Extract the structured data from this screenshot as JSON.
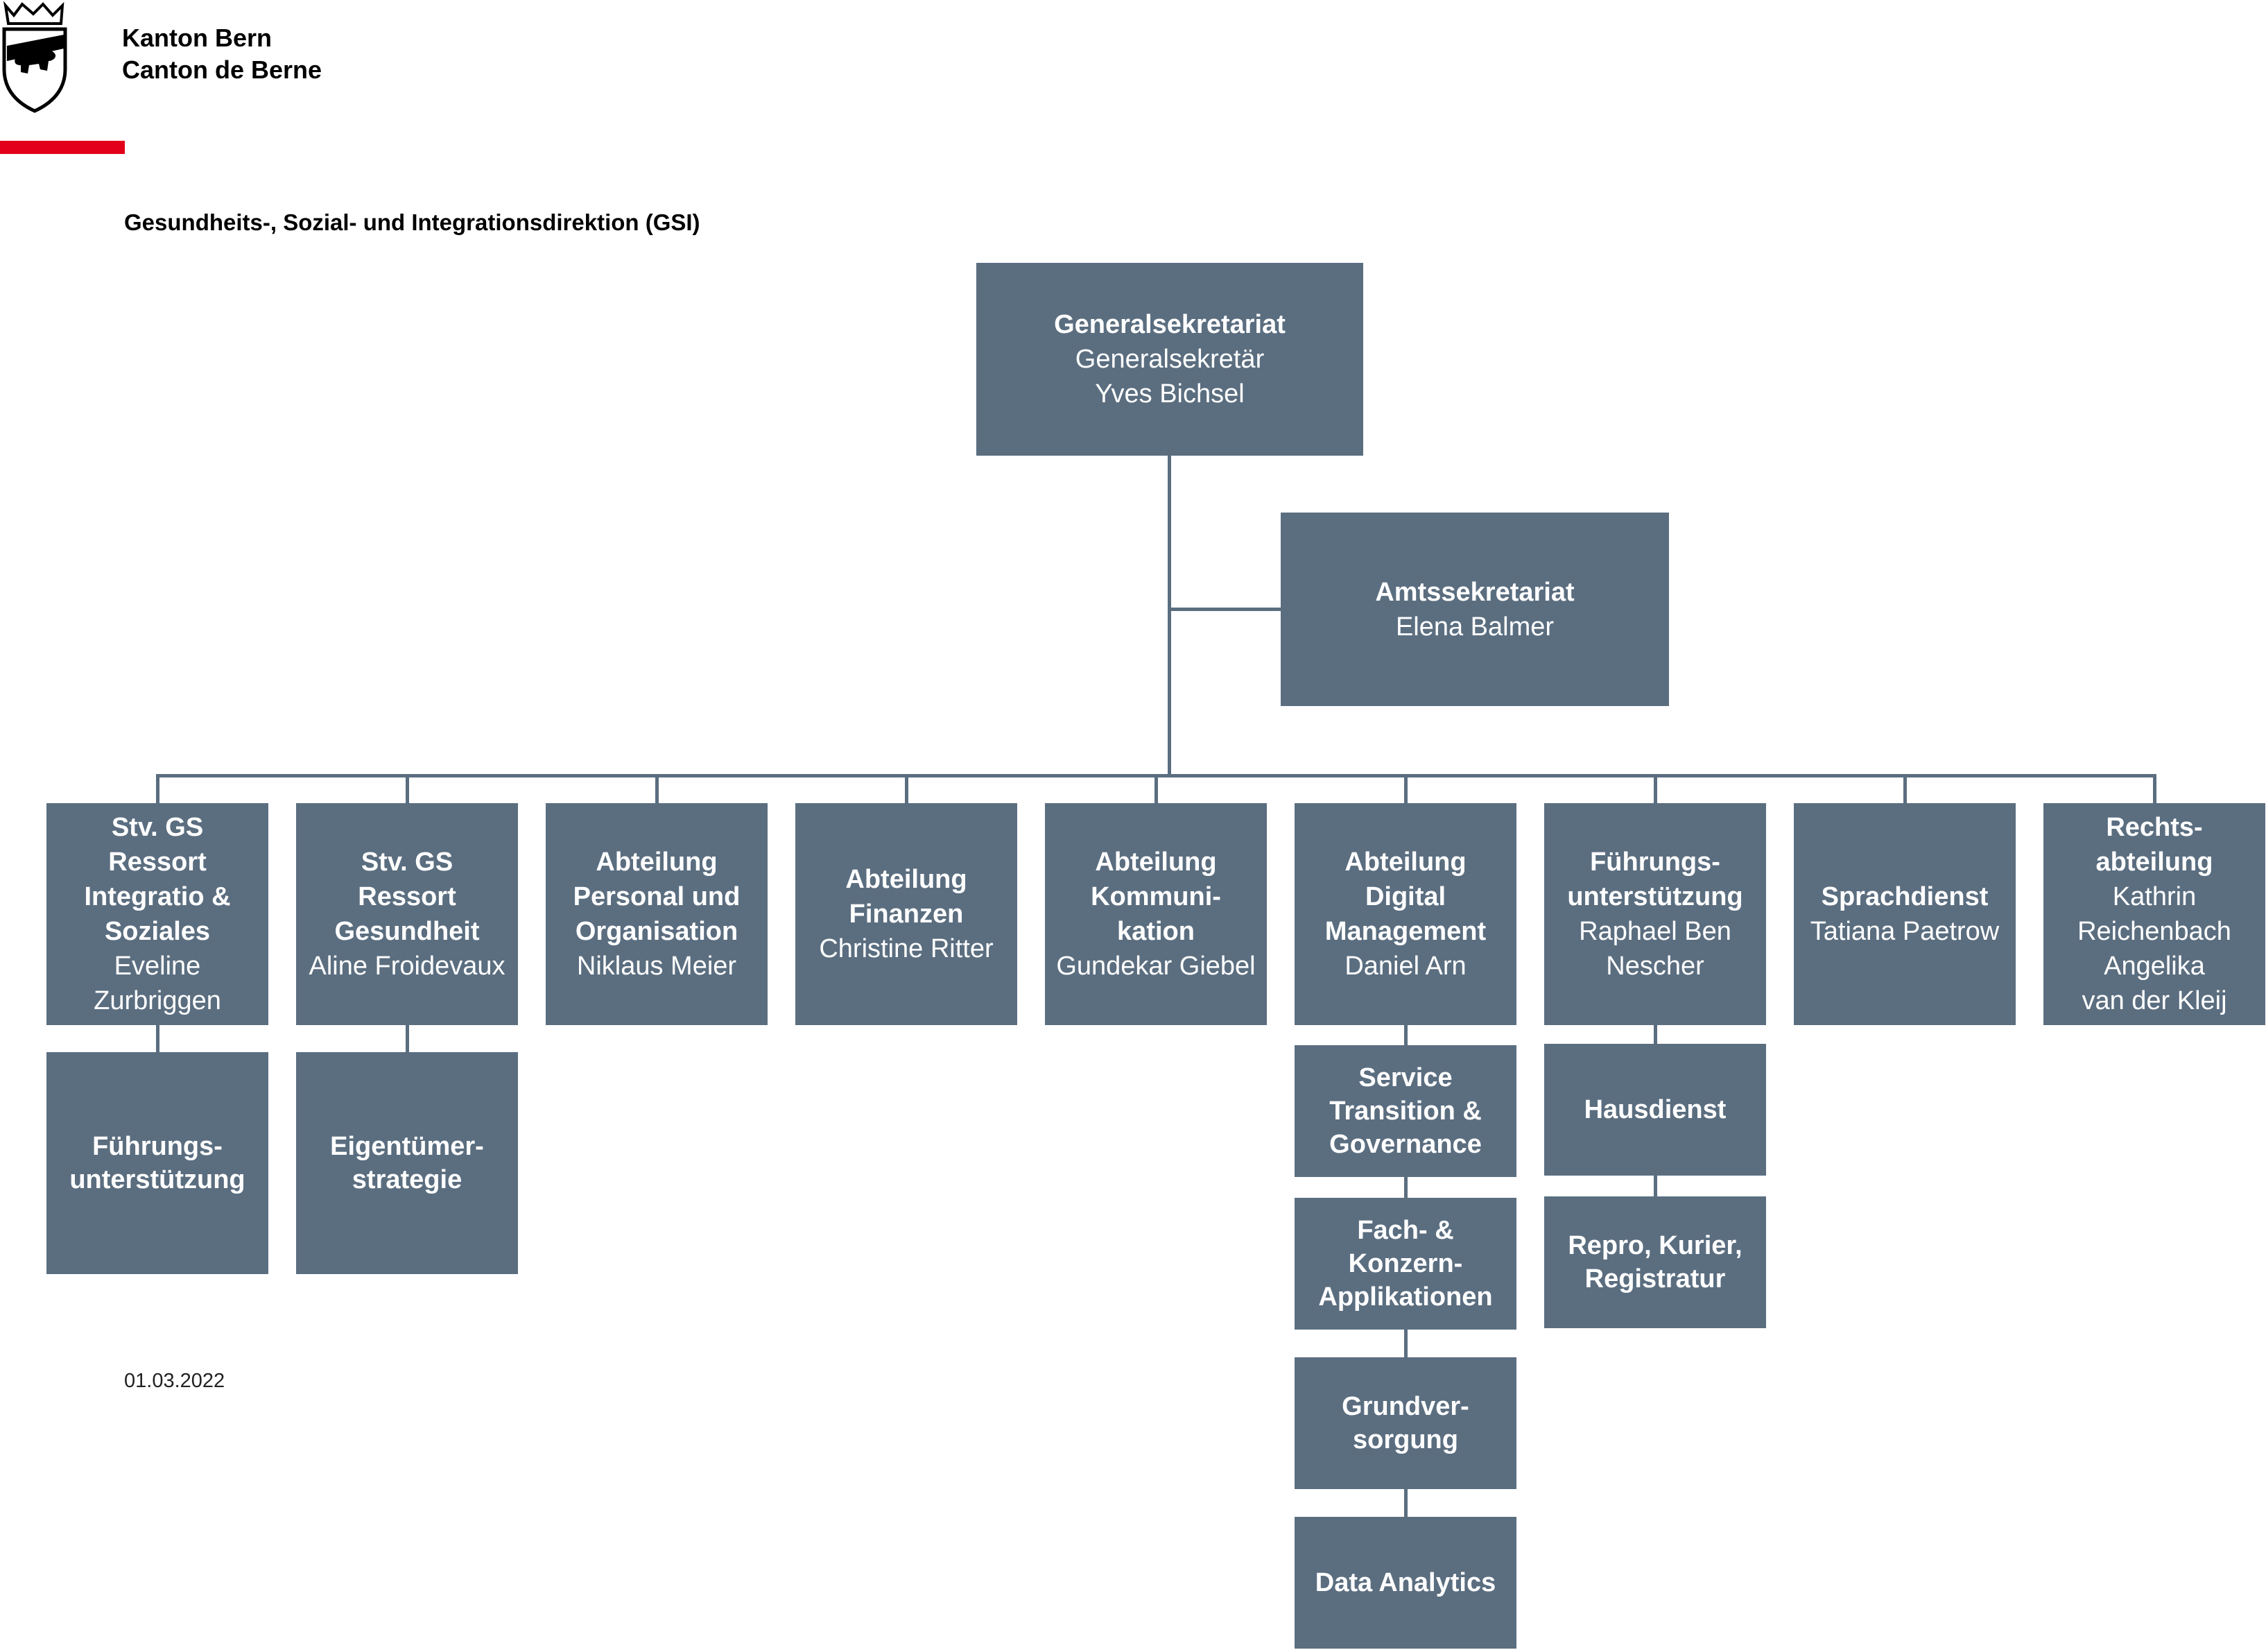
{
  "header": {
    "canton_de": "Kanton Bern",
    "canton_fr": "Canton de Berne",
    "department": "Gesundheits-, Sozial- und Integrationsdirektion (GSI)",
    "accent_color": "#e2001a"
  },
  "date": "01.03.2022",
  "colors": {
    "box": "#5b6e80",
    "text": "#ffffff"
  },
  "org": {
    "top": {
      "title": "Generalsekretariat",
      "lines": [
        "Generalsekretär",
        "Yves Bichsel"
      ]
    },
    "staff": {
      "title": "Amtssekretariat",
      "lines": [
        "Elena Balmer"
      ]
    },
    "units": [
      {
        "title": [
          "Stv. GS",
          "Ressort",
          "Integratio &",
          "Soziales"
        ],
        "lines": [
          "Eveline",
          "Zurbriggen"
        ]
      },
      {
        "title": [
          "Stv. GS",
          "Ressort",
          "Gesundheit"
        ],
        "lines": [
          "Aline Froidevaux"
        ]
      },
      {
        "title": [
          "Abteilung",
          "Personal und",
          "Organisation"
        ],
        "lines": [
          "Niklaus Meier"
        ]
      },
      {
        "title": [
          "Abteilung",
          "Finanzen"
        ],
        "lines": [
          "Christine Ritter"
        ]
      },
      {
        "title": [
          "Abteilung",
          "Kommuni-",
          "kation"
        ],
        "lines": [
          "Gundekar Giebel"
        ]
      },
      {
        "title": [
          "Abteilung",
          "Digital",
          "Management"
        ],
        "lines": [
          "Daniel Arn"
        ]
      },
      {
        "title": [
          "Führungs-",
          "unterstützung"
        ],
        "lines": [
          "Raphael Ben",
          "Nescher"
        ]
      },
      {
        "title": [
          "Sprachdienst"
        ],
        "lines": [
          "Tatiana Paetrow"
        ]
      },
      {
        "title": [
          "Rechts-",
          "abteilung"
        ],
        "lines": [
          "Kathrin",
          "Reichenbach",
          "Angelika",
          "van der Kleij"
        ]
      }
    ],
    "sub_units": {
      "integration": [
        {
          "title": [
            "Führungs-",
            "unterstützung"
          ]
        }
      ],
      "gesundheit": [
        {
          "title": [
            "Eigentümer-",
            "strategie"
          ]
        }
      ],
      "digital": [
        {
          "title": [
            "Service",
            "Transition &",
            "Governance"
          ]
        },
        {
          "title": [
            "Fach- &",
            "Konzern-",
            "Applikationen"
          ]
        },
        {
          "title": [
            "Grundver-",
            "sorgung"
          ]
        },
        {
          "title": [
            "Data Analytics"
          ]
        }
      ],
      "fuehrung": [
        {
          "title": [
            "Hausdienst"
          ]
        },
        {
          "title": [
            "Repro, Kurier,",
            "Registratur"
          ]
        }
      ]
    }
  }
}
